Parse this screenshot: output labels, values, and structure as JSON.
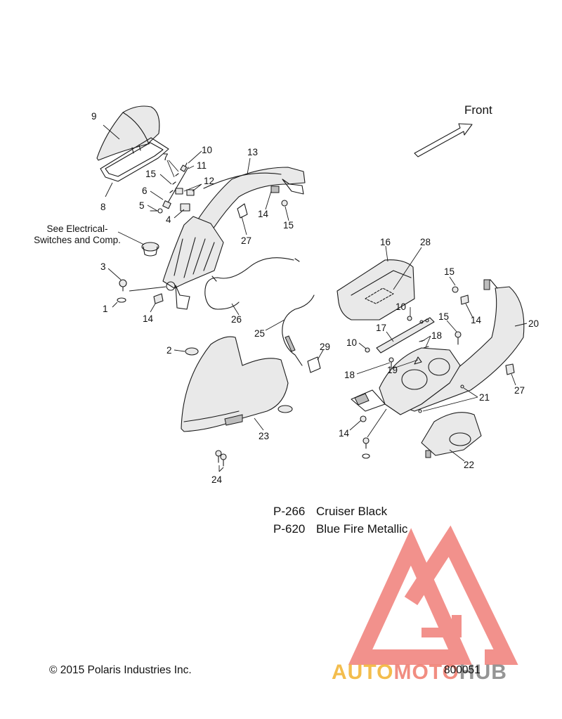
{
  "direction_label": "Front",
  "electrical_note": [
    "See Electrical-",
    "Switches and Comp."
  ],
  "paint_codes": [
    {
      "code": "P-266",
      "name": "Cruiser Black"
    },
    {
      "code": "P-620",
      "name": "Blue Fire Metallic"
    }
  ],
  "copyright": "© 2015 Polaris Industries Inc.",
  "diagram_number": "800051",
  "watermark": {
    "part1": "AUTO",
    "part2": "MOTO",
    "part3": "HUB",
    "logo_color": "#e8392f"
  },
  "callouts": {
    "c9": "9",
    "c8": "8",
    "c7": "7",
    "c10a": "10",
    "c11": "11",
    "c15a": "15",
    "c12": "12",
    "c6": "6",
    "c5": "5",
    "c4": "4",
    "c13": "13",
    "c14a": "14",
    "c15b": "15",
    "c27a": "27",
    "c3": "3",
    "c1": "1",
    "c14b": "14",
    "c26": "26",
    "c25": "25",
    "c2": "2",
    "c29": "29",
    "c23": "23",
    "c24": "24",
    "c16": "16",
    "c28": "28",
    "c15c": "15",
    "c10b": "10",
    "c14c": "14",
    "c15d": "15",
    "c20": "20",
    "c17": "17",
    "c18a": "18",
    "c10c": "10",
    "c18b": "18",
    "c19": "19",
    "c27b": "27",
    "c21": "21",
    "c14d": "14",
    "c22": "22"
  }
}
